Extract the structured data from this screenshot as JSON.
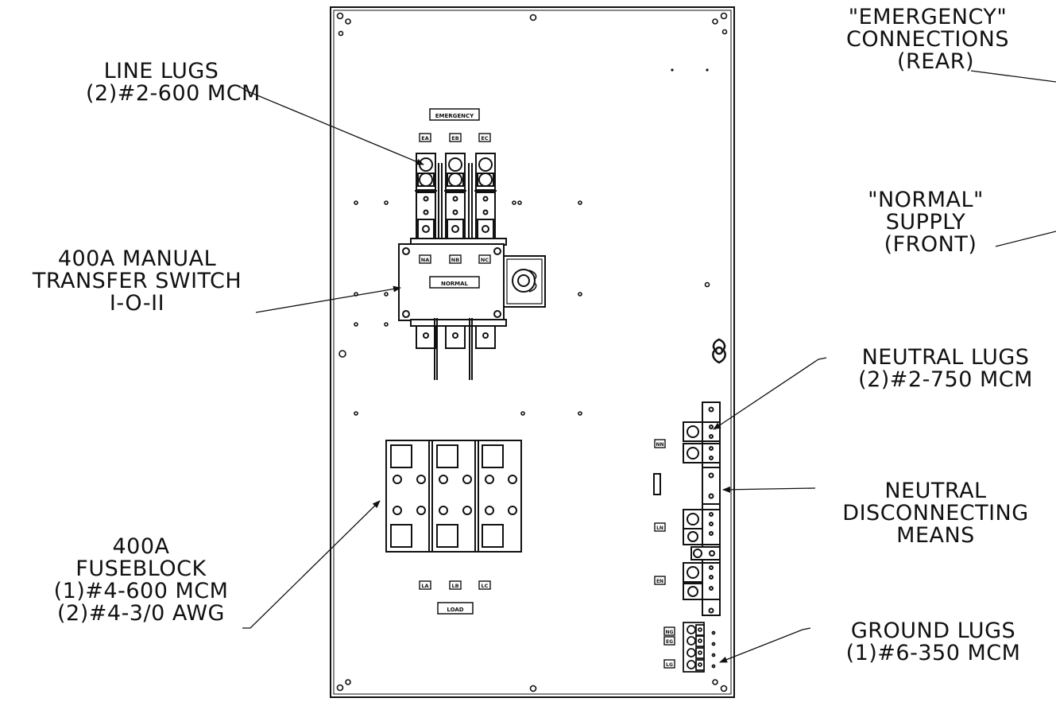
{
  "callouts": {
    "line_lugs": [
      "LINE LUGS",
      "(2)#2-600 MCM"
    ],
    "manual_transfer_switch": [
      "400A MANUAL",
      "TRANSFER SWITCH",
      "I-O-II"
    ],
    "fuseblock": [
      "400A",
      "FUSEBLOCK",
      "(1)#4-600 MCM",
      "(2)#4-3/0 AWG"
    ],
    "emergency_connections": [
      "\"EMERGENCY\"",
      "CONNECTIONS",
      "(REAR)"
    ],
    "normal_supply": [
      "\"NORMAL\"",
      "SUPPLY",
      "(FRONT)"
    ],
    "neutral_lugs": [
      "NEUTRAL LUGS",
      "(2)#2-750 MCM"
    ],
    "neutral_disconnecting_means": [
      "NEUTRAL",
      "DISCONNECTING",
      "MEANS"
    ],
    "ground_lugs": [
      "GROUND LUGS",
      "(1)#6-350 MCM"
    ]
  },
  "panel_labels": {
    "emergency": "EMERGENCY",
    "normal": "NORMAL",
    "load": "LOAD",
    "ea": "EA",
    "eb": "EB",
    "ec": "EC",
    "na": "NA",
    "nb": "NB",
    "nc": "NC",
    "la": "LA",
    "lb": "LB",
    "lc": "LC",
    "nn": "NN",
    "ln": "LN",
    "en": "EN",
    "ng": "NG",
    "eg": "EG",
    "lg": "LG"
  },
  "colors": {
    "line": "#111111",
    "background": "#ffffff"
  }
}
